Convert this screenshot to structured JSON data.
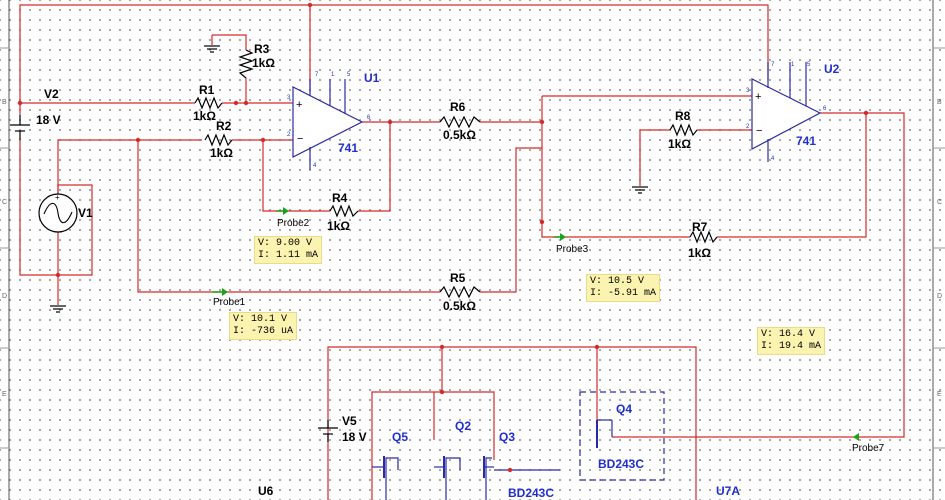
{
  "margins": {
    "left": [
      "B",
      "C",
      "D",
      "E"
    ],
    "right": [
      "B",
      "C",
      "D",
      "E"
    ]
  },
  "sources": [
    {
      "name": "V2",
      "value": "18 V"
    },
    {
      "name": "V1"
    },
    {
      "name": "V5",
      "value": "18 V"
    }
  ],
  "resistors": [
    {
      "name": "R1",
      "value": "1kΩ"
    },
    {
      "name": "R2",
      "value": "1kΩ"
    },
    {
      "name": "R3",
      "value": "1kΩ"
    },
    {
      "name": "R4",
      "value": "1kΩ"
    },
    {
      "name": "R5",
      "value": "0.5kΩ"
    },
    {
      "name": "R6",
      "value": "0.5kΩ"
    },
    {
      "name": "R7",
      "value": "1kΩ"
    },
    {
      "name": "R8",
      "value": "1kΩ"
    }
  ],
  "opamps": [
    {
      "name": "U1",
      "model": "741"
    },
    {
      "name": "U2",
      "model": "741"
    }
  ],
  "transistors": [
    "Q2",
    "Q3",
    "Q4",
    "Q5"
  ],
  "transistor_model": "BD243C",
  "other_parts": [
    "U6",
    "U7A"
  ],
  "opamp_pins": {
    "plus": "+",
    "minus": "−",
    "n1": "1",
    "n2": "5",
    "n3": "7",
    "n4": "4",
    "n5": "3",
    "n6": "2",
    "n7": "6"
  },
  "probes": [
    {
      "name": "Probe1",
      "voltage": "V: 10.1 V",
      "current": "I: -736 uA"
    },
    {
      "name": "Probe2",
      "voltage": "V: 9.00 V",
      "current": "I: 1.11 mA"
    },
    {
      "name": "Probe3",
      "voltage": "V: 10.5 V",
      "current": "I: -5.91 mA"
    },
    {
      "name": "Probe7",
      "voltage": "V: 16.4 V",
      "current": "I: 19.4 mA"
    }
  ]
}
